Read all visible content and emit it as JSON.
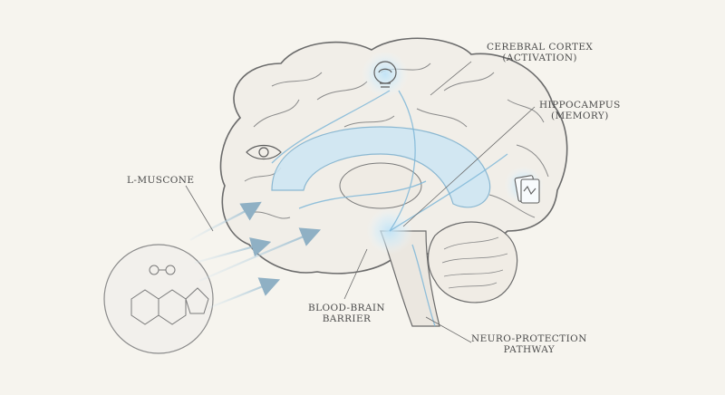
{
  "labels": {
    "l_muscone": "L-MUSCONE",
    "cerebral_cortex": "CEREBRAL CORTEX",
    "cerebral_cortex_sub": "(ACTIVATION)",
    "hippocampus": "HIPPOCAMPUS",
    "hippocampus_sub": "(MEMORY)",
    "bbb_line1": "BLOOD-BRAIN",
    "bbb_line2": "BARRIER",
    "neuro_line1": "NEURO-PROTECTION",
    "neuro_line2": "PATHWAY"
  },
  "icons": [
    "eye-icon",
    "lightbulb-brain-icon",
    "cards-icon",
    "molecule-icon"
  ],
  "colors": {
    "background": "#f6f4ee",
    "outline": "#6b6b6b",
    "glow": "#9fd0ee",
    "flow": "#a9c9dc"
  }
}
